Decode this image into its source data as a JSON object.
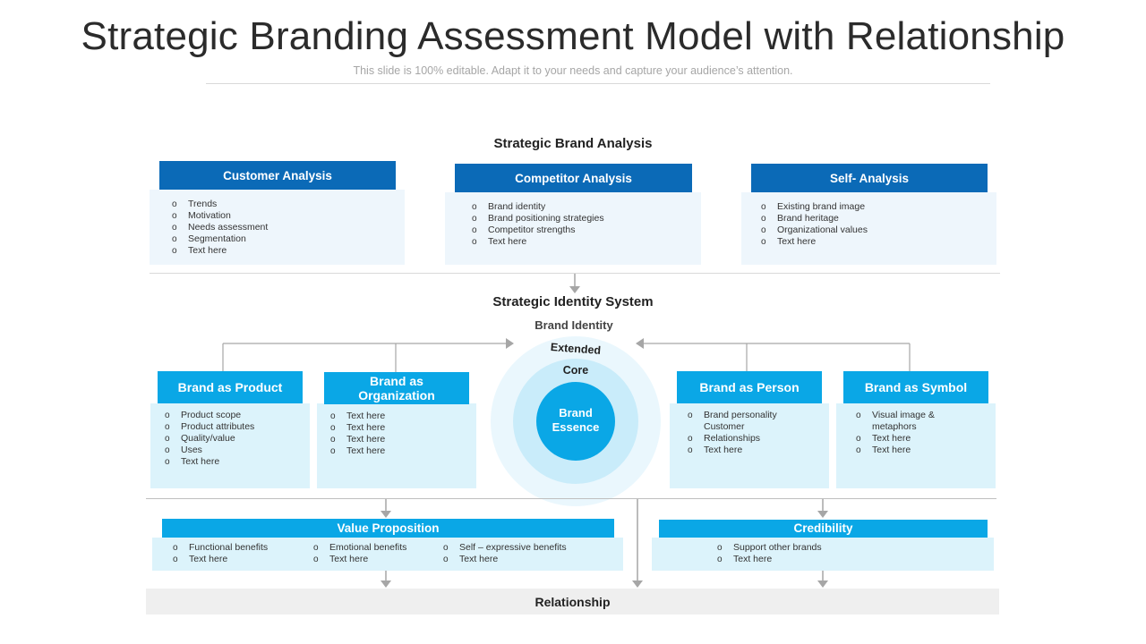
{
  "header": {
    "title": "Strategic Branding Assessment Model with Relationship",
    "subtitle": "This slide is 100% editable. Adapt it to your needs and capture your audience’s attention."
  },
  "strategic_brand_analysis": {
    "title": "Strategic Brand Analysis",
    "boxes": [
      {
        "label": "Customer Analysis",
        "items": [
          "Trends",
          "Motivation",
          "Needs assessment",
          "Segmentation",
          "Text here"
        ]
      },
      {
        "label": "Competitor Analysis",
        "items": [
          "Brand identity",
          "Brand positioning strategies",
          "Competitor strengths",
          "Text here"
        ]
      },
      {
        "label": "Self- Analysis",
        "items": [
          "Existing brand image",
          "Brand heritage",
          "Organizational values",
          "Text here"
        ]
      }
    ]
  },
  "strategic_identity_system": {
    "title": "Strategic Identity System",
    "brand_identity_label": "Brand Identity",
    "rings": {
      "extended": "Extended",
      "core": "Core",
      "essence_line1": "Brand",
      "essence_line2": "Essence"
    },
    "boxes": [
      {
        "label": "Brand as Product",
        "items": [
          "Product scope",
          "Product attributes",
          "Quality/value",
          "Uses",
          "Text here"
        ]
      },
      {
        "label_line1": "Brand as",
        "label_line2": "Organization",
        "items": [
          "Text here",
          "Text here",
          "Text here",
          "Text here"
        ]
      },
      {
        "label": "Brand as Person",
        "items": [
          "Brand personality Customer",
          "Relationships",
          "Text here"
        ]
      },
      {
        "label": "Brand as Symbol",
        "items": [
          "Visual image & metaphors",
          "Text here",
          "Text here"
        ]
      }
    ]
  },
  "value_proposition": {
    "label": "Value Proposition",
    "columns": [
      [
        "Functional benefits",
        "Text here"
      ],
      [
        "Emotional  benefits",
        "Text here"
      ],
      [
        "Self – expressive benefits",
        "Text here"
      ]
    ]
  },
  "credibility": {
    "label": "Credibility",
    "items": [
      "Support other brands",
      "Text here"
    ]
  },
  "relationship": {
    "label": "Relationship"
  },
  "colors": {
    "dark_blue": "#0b6ab7",
    "light_blue": "#0aa7e6",
    "pale_panel": "#eef6fc",
    "cyan_panel": "#dcf3fb",
    "connector": "#a6a6a6"
  }
}
